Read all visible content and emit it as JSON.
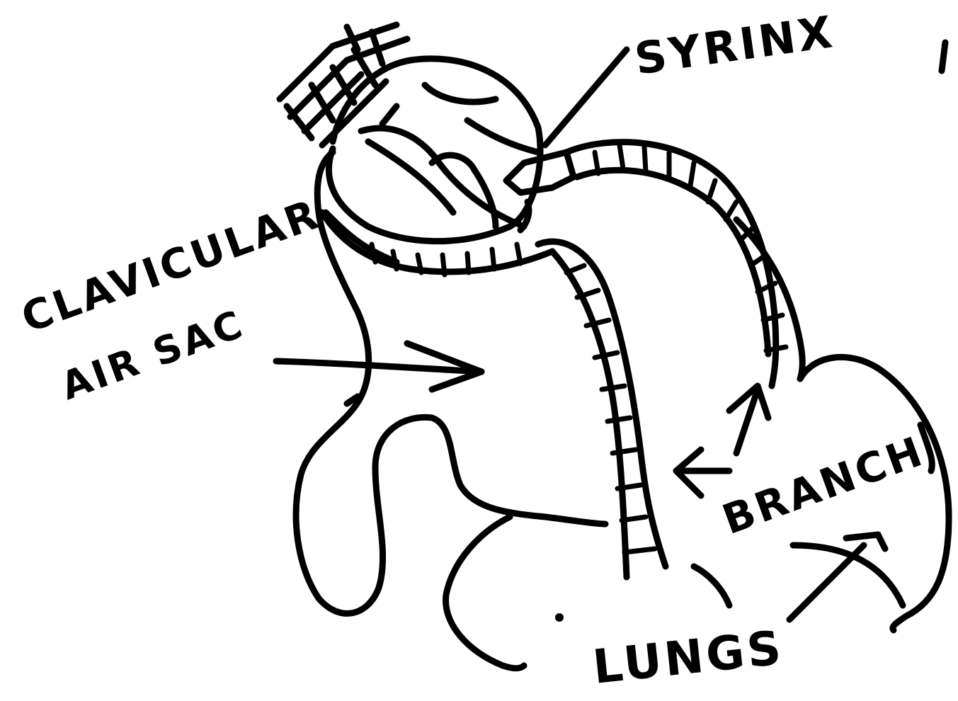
{
  "diagram": {
    "labels": {
      "syrinx": "SYRINX",
      "clavicular_air_sac_line1": "CLAVICULAR",
      "clavicular_air_sac_line2": "AIR SAC",
      "bronchi": "BRANCH",
      "lungs": "LUNGS"
    },
    "colors": {
      "ink": "#000000",
      "paper": "#ffffff"
    }
  }
}
